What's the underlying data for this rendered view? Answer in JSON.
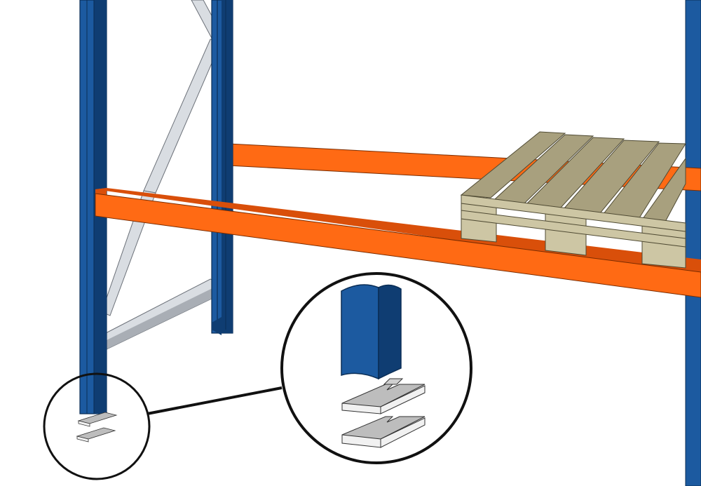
{
  "figure": {
    "subject": "pallet-rack-upright-with-shims",
    "colors": {
      "upright_front": "#1c5aa0",
      "upright_side": "#0f3d72",
      "upright_edge": "#0a2d55",
      "beam_front": "#ff6a14",
      "beam_top": "#d94f0a",
      "brace": "#d9dde2",
      "brace_shade": "#a9aeb5",
      "pallet_top": "#a8a07e",
      "pallet_block": "#cdc6a4",
      "pallet_dark": "#4f4a33",
      "shim_top": "#bdbdbd",
      "shim_side": "#f1f1f1",
      "outline": "#111111"
    },
    "parts": [
      "upright-frame",
      "diagonal-bracing",
      "pallet-beam-front",
      "pallet-beam-rear",
      "wooden-pallet",
      "base-shim",
      "detail-magnifier"
    ]
  }
}
